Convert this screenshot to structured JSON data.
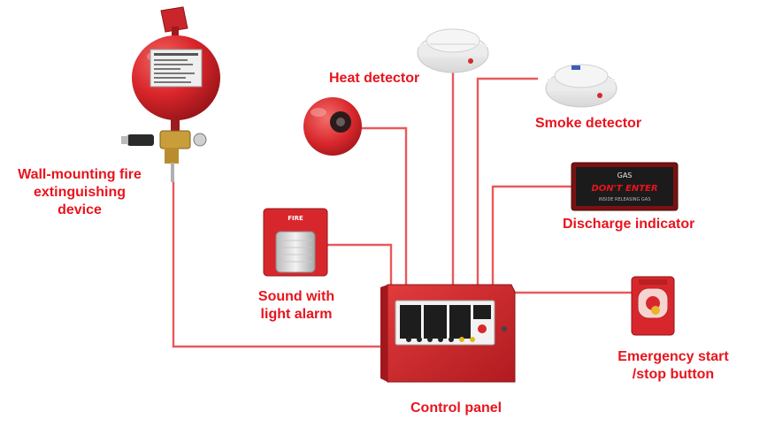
{
  "diagram": {
    "colors": {
      "label": "#e8141d",
      "wire": "#e8595c",
      "device_red": "#d9262b",
      "device_white": "#f4f4f4"
    },
    "labels": {
      "extinguisher": [
        "Wall-mounting fire",
        "extinguishing",
        "device"
      ],
      "heat_detector": "Heat detector",
      "smoke_detector": "Smoke detector",
      "discharge_indicator": "Discharge indicator",
      "sound_light_alarm": [
        "Sound with",
        "light alarm"
      ],
      "emergency_button": [
        "Emergency start",
        "/stop button"
      ],
      "control_panel": "Control panel"
    },
    "device_text": {
      "strobe_label": "FIRE",
      "sign_top": "GAS",
      "sign_main": "DON'T ENTER",
      "sign_sub": "INSIDE RELEASING GAS"
    }
  }
}
